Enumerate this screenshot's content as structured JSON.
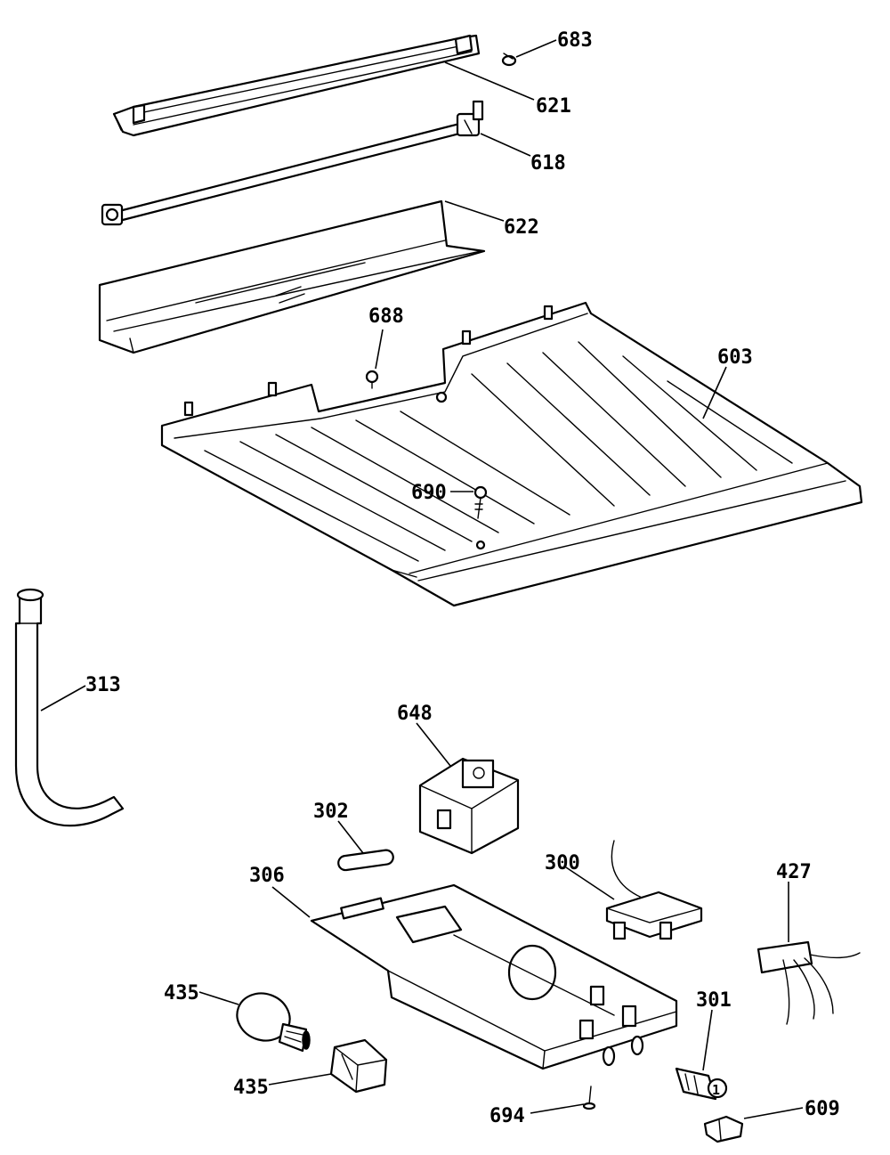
{
  "callouts": {
    "p683": "683",
    "p621": "621",
    "p618": "618",
    "p622": "622",
    "p688": "688",
    "p603": "603",
    "p690": "690",
    "p313": "313",
    "p648": "648",
    "p302": "302",
    "p306": "306",
    "p300": "300",
    "p427": "427",
    "p435a": "435",
    "p435b": "435",
    "p301": "301",
    "p694": "694",
    "p609": "609",
    "circle_mark": "1"
  },
  "colors": {
    "line": "#000000",
    "background": "#ffffff"
  }
}
